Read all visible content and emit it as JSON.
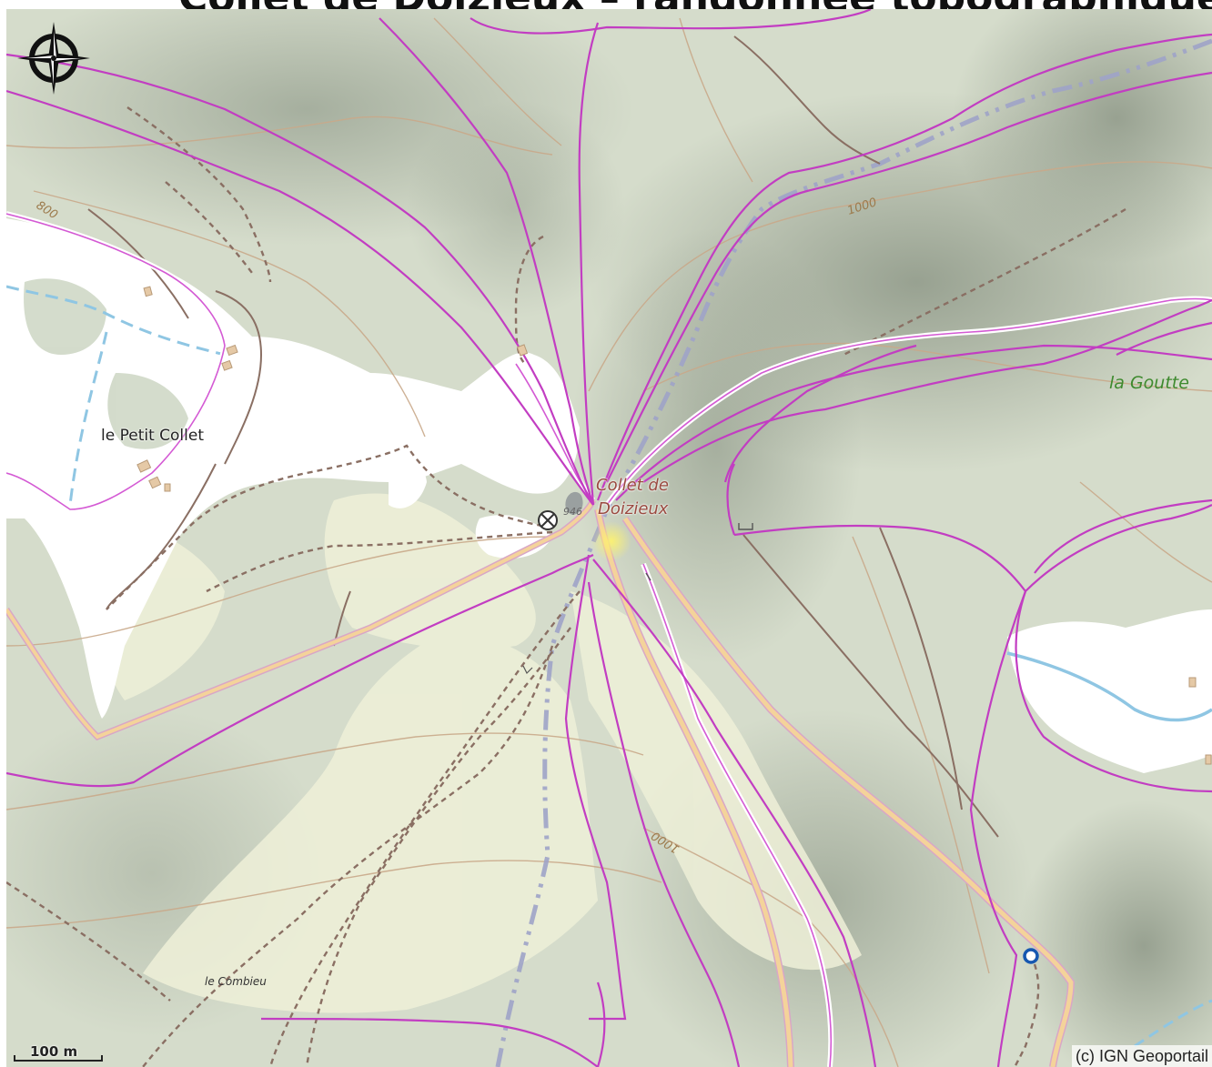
{
  "page": {
    "title_clipped": "Collet de Doizieux – randonnée topographique"
  },
  "map": {
    "labels": {
      "petit_collet": "le Petit Collet",
      "pass_line1": "Collet de",
      "pass_line2": "Doizieux",
      "la_goutte": "la Goutte",
      "combieu": "le Combieu",
      "contour_800": "800",
      "contour_1000_a": "1000",
      "contour_1000_b": "1000",
      "spot_height": "946"
    },
    "scale": {
      "label": "100 m",
      "distance_m": 100
    },
    "attribution": "(c) IGN Geoportail",
    "colors": {
      "forest": "#d6dccb",
      "open_land": "#ffffff",
      "meadow": "#eef0d8",
      "contour": "#c9a98a",
      "trail_magenta": "#c23dc2",
      "road": "#f2c879",
      "track": "#8a6f63",
      "water": "#8fc6e3",
      "admin_boundary": "#9ea3c8"
    },
    "icons": {
      "compass": "compass-rose-icon",
      "landmark": "cross-circle-icon",
      "waypoint": "waypoint-icon"
    }
  }
}
